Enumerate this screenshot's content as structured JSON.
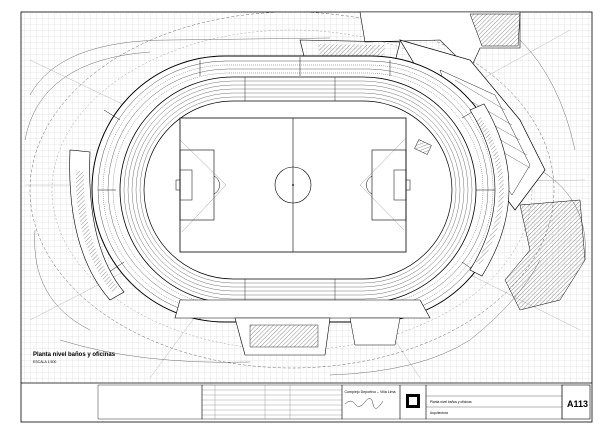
{
  "drawing": {
    "plan_title": "Planta nivel baños y oficinas",
    "plan_scale": "ESCALA 1:500",
    "sheet_number": "A113",
    "line_color": "#000000",
    "background_color": "#ffffff"
  },
  "title_block": {
    "project_name": "Complejo Deportivo – Villa Lima",
    "sheet_description": "Planta nivel baños y oficinas",
    "drawing_type": "Arquitectura"
  }
}
